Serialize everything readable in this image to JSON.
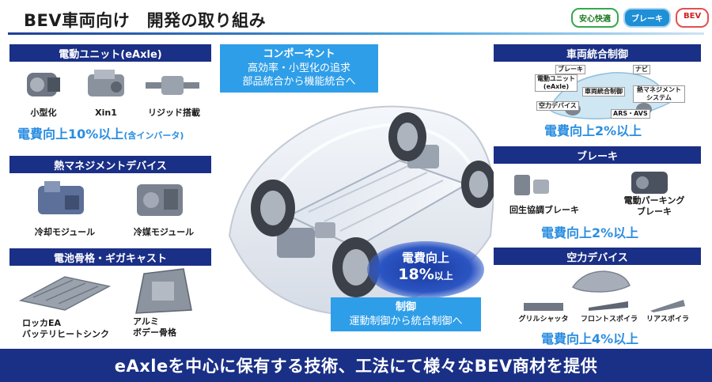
{
  "page": {
    "title": "BEV車両向け　開発の取り組み"
  },
  "tags": {
    "safety": "安心快適",
    "brake": "ブレーキ",
    "bev": "BEV"
  },
  "center": {
    "component": {
      "title": "コンポーネント",
      "line1": "高効率・小型化の追求",
      "line2": "部品統合から機能統合へ"
    },
    "gain": {
      "line1": "電費向上",
      "value": "18%",
      "suffix": "以上"
    },
    "control": {
      "title": "制御",
      "line1": "運動制御から統合制御へ"
    }
  },
  "panels": {
    "eaxle": {
      "title": "電動ユニット(eAxle)",
      "items": [
        "小型化",
        "Xin1",
        "リジッド搭載"
      ],
      "gain_main": "電費向上10%以上",
      "gain_note": "(含インバータ)"
    },
    "thermal": {
      "title": "熱マネジメントデバイス",
      "items": [
        "冷却モジュール",
        "冷媒モジュール"
      ]
    },
    "battery": {
      "title": "電池骨格・ギガキャスト",
      "items": [
        {
          "line1": "ロッカEA",
          "line2": "バッテリヒートシンク"
        },
        {
          "line1": "アルミ",
          "line2": "ボデー骨格"
        }
      ]
    },
    "vehicle": {
      "title": "車両統合制御",
      "labels": [
        "ブレーキ",
        "ナビ",
        "電動ユニット (eAxle)",
        "車両統合制御",
        "熱マネジメント システム",
        "空力デバイス",
        "ARS・AVS"
      ],
      "gain": "電費向上2%以上"
    },
    "brake": {
      "title": "ブレーキ",
      "items": [
        "回生協調ブレーキ",
        {
          "line1": "電動パーキング",
          "line2": "ブレーキ"
        }
      ],
      "gain": "電費向上2%以上"
    },
    "aero": {
      "title": "空力デバイス",
      "items": [
        "グリルシャッタ",
        "フロントスポイラ",
        "リアスポイラ"
      ],
      "gain": "電費向上4%以上"
    }
  },
  "footer": {
    "text": "eAxleを中心に保有する技術、工法にて様々なBEV商材を提供"
  }
}
